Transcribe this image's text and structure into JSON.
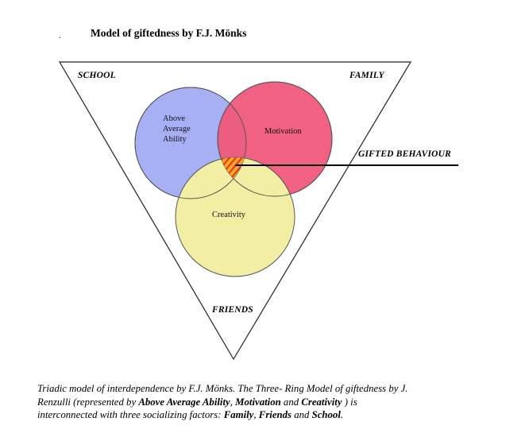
{
  "marker": ".",
  "title": "Model of giftedness by F.J. Mönks",
  "triangle": {
    "corners": {
      "top_left": "SCHOOL",
      "top_right": "FAMILY",
      "bottom": "FRIENDS"
    }
  },
  "rings": {
    "ability": {
      "label_lines": [
        "Above",
        "Average",
        "Ability"
      ],
      "color": "#a8b0f5"
    },
    "motivation": {
      "label": "Motivation",
      "color": "#f0587a"
    },
    "creativity": {
      "label": "Creativity",
      "color": "#f2eea4"
    }
  },
  "pointer_label": "GIFTED BEHAVIOUR",
  "colors": {
    "overlap_hatch": "#f6a823",
    "overlap_stripe": "#e8321f",
    "line": "#000000"
  },
  "caption": {
    "line1": "Triadic model of interdependence by F.J. Mönks. The Three- Ring Model of giftedness by J.",
    "line2_a": "Renzulli (represented by ",
    "line2_b": "Above Average Ability",
    "line2_c": ", ",
    "line2_d": "Motivation",
    "line2_e": " and ",
    "line2_f": "Creativity",
    "line2_g": " ) is",
    "line3_a": "interconnected with three socializing factors: ",
    "line3_b": "Family",
    "line3_c": ", ",
    "line3_d": "Friends",
    "line3_e": " and ",
    "line3_f": "School",
    "line3_g": "."
  }
}
